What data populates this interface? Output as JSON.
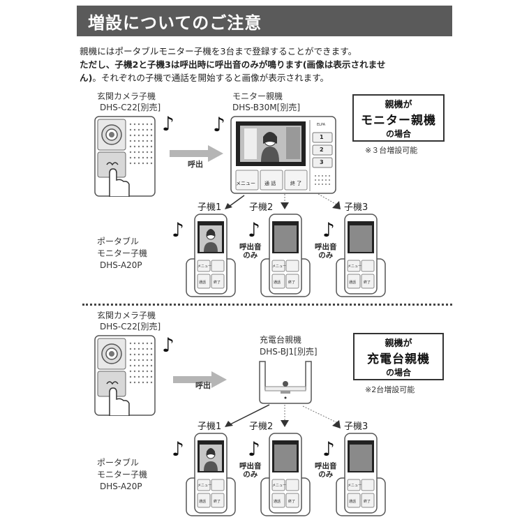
{
  "title": "増設についてのご注意",
  "intro": {
    "line1": "親機にはポータブルモニター子機を3台まで登録することができます。",
    "line2": "ただし、子機2と子機3は呼出時に呼出音のみが鳴ります(画像は表示されませ",
    "line3_bold": "ん)",
    "line3_rest": "。それぞれの子機で通話を開始すると画像が表示されます。"
  },
  "section1": {
    "door_label1": "玄関カメラ子機",
    "door_label2": "DHS-C22[別売]",
    "monitor_label1": "モニター親機",
    "monitor_label2": "DHS-B30M[別売]",
    "call_label": "呼出",
    "box_line1": "親機が",
    "box_line2": "モニター親機",
    "box_line3": "の場合",
    "box_note": "※３台増設可能",
    "monitor_btn_menu": "メニュー",
    "monitor_btn_talk": "通 話",
    "monitor_btn_end": "終 了",
    "monitor_side": [
      "1",
      "2",
      "3"
    ],
    "handset1": "子機1",
    "handset2": "子機2",
    "handset3": "子機3",
    "ring_only": "呼出音\nのみ",
    "portable1": "ポータブル",
    "portable2": "モニター子機",
    "portable3": "DHS-A20P"
  },
  "section2": {
    "door_label1": "玄関カメラ子機",
    "door_label2": "DHS-C22[別売]",
    "charger_label1": "充電台親機",
    "charger_label2": "DHS-BJ1[別売]",
    "call_label": "呼出",
    "box_line1": "親機が",
    "box_line2": "充電台親機",
    "box_line3": "の場合",
    "box_note": "※2台増設可能",
    "handset1": "子機1",
    "handset2": "子機2",
    "handset3": "子機3",
    "portable1": "ポータブル",
    "portable2": "モニター子機",
    "portable3": "DHS-A20P"
  },
  "handset_buttons": {
    "menu": "メニュー",
    "talk": "通話",
    "end": "終了"
  },
  "ring_only_line1": "呼出音",
  "ring_only_line2": "のみ",
  "colors": {
    "title_bg": "#5a5a5a",
    "arrow": "#b5b5b5",
    "screen": "#8a8a8a"
  }
}
